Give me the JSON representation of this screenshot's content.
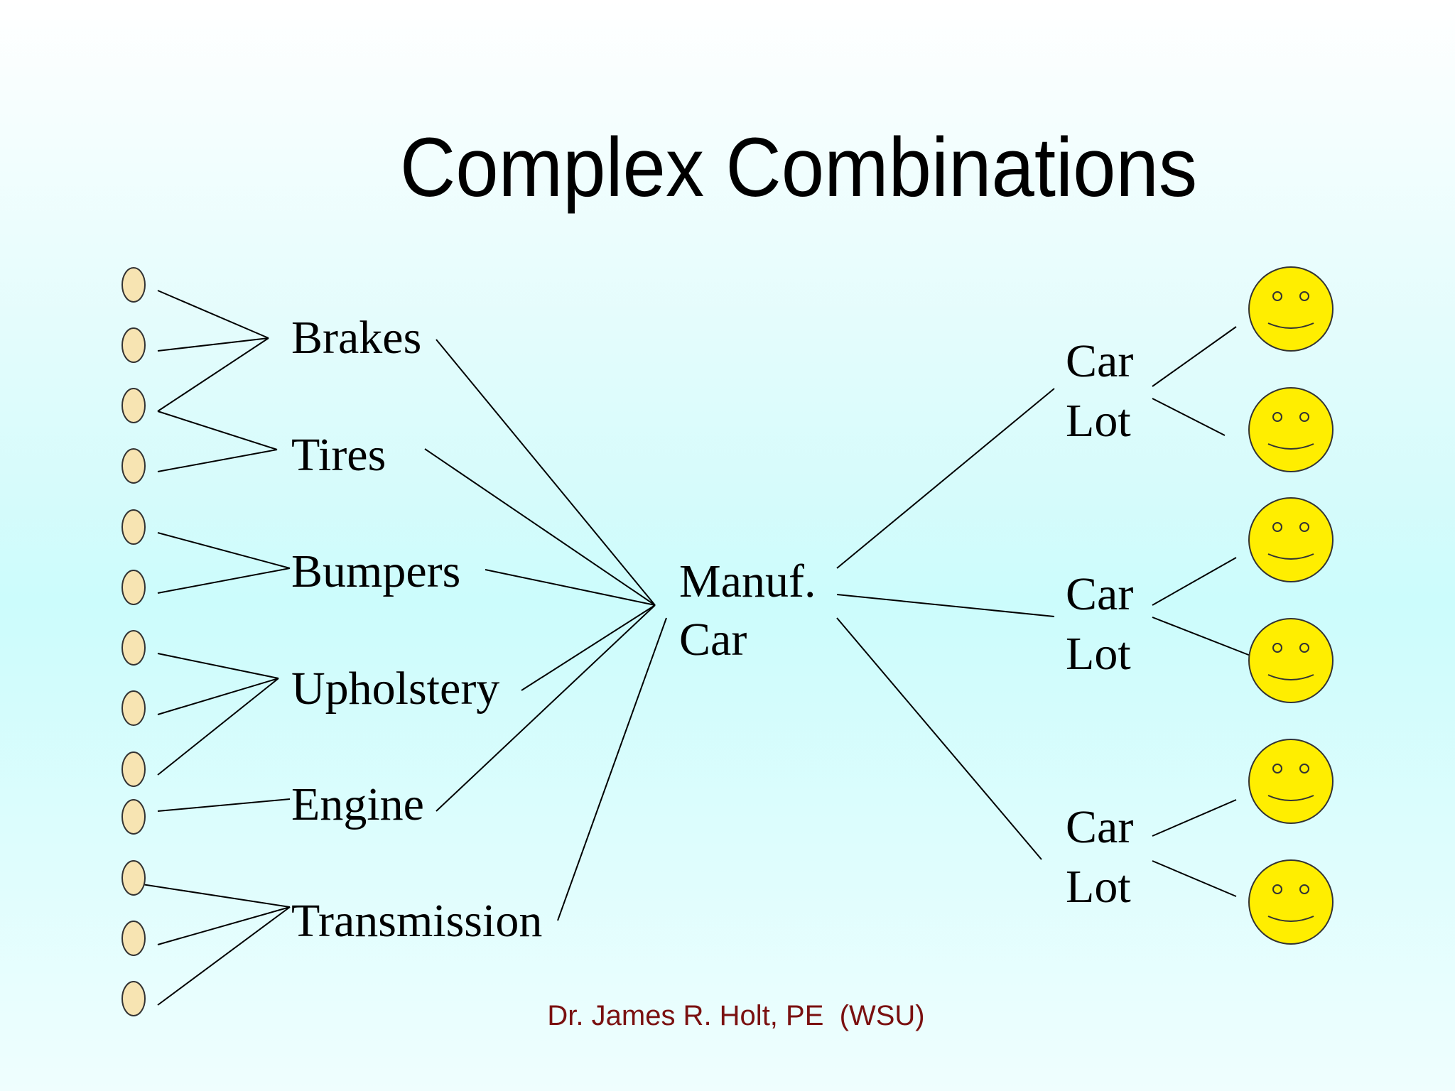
{
  "title": "Complex Combinations",
  "footer": "Dr. James R. Holt, PE  (WSU)",
  "components": [
    "Brakes",
    "Tires",
    "Bumpers",
    "Upholstery",
    "Engine",
    "Transmission"
  ],
  "manufacturer": {
    "line1": "Manuf.",
    "line2": "Car"
  },
  "car_lots": [
    {
      "line1": "Car",
      "line2": "Lot"
    },
    {
      "line1": "Car",
      "line2": "Lot"
    },
    {
      "line1": "Car",
      "line2": "Lot"
    }
  ],
  "icons": {
    "part": "raw-part-oval-icon",
    "customer": "smiley-face-icon"
  },
  "colors": {
    "part_fill": "#f7e4b2",
    "customer_fill": "#ffee00",
    "footer_text": "#7a1010"
  }
}
